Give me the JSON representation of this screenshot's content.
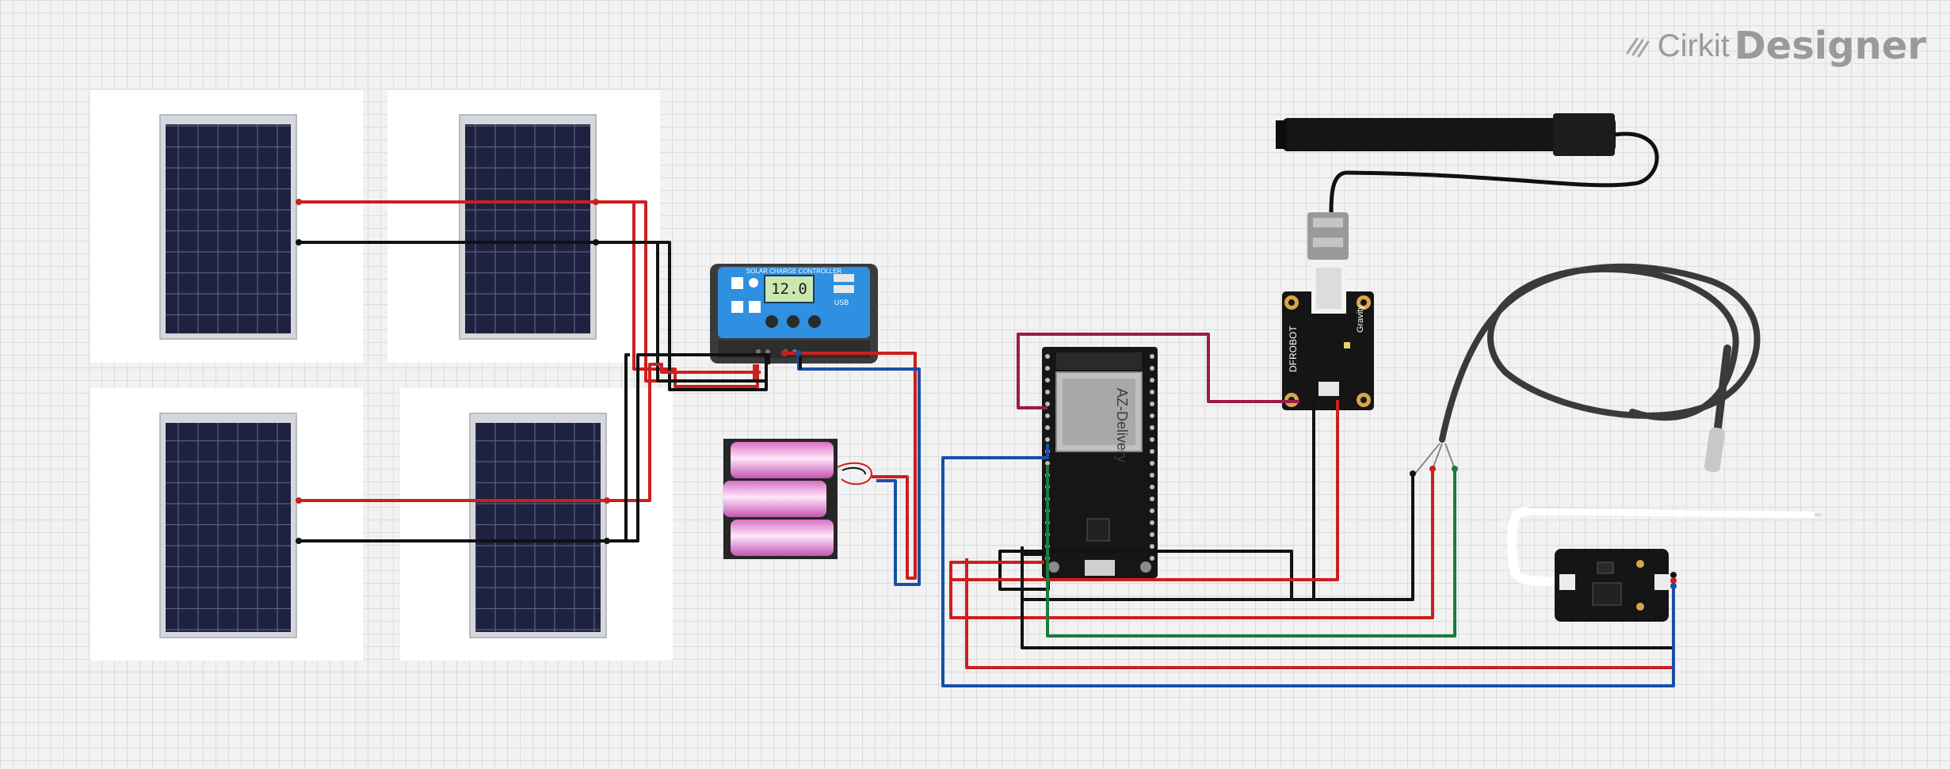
{
  "brand": {
    "name_part1": "Cirkit",
    "name_part2": "Designer",
    "logo_icon": "cirkit-logo-icon"
  },
  "components": {
    "charge_controller": {
      "label": "SOLAR CHARGE CONTROLLER",
      "display": "12.0",
      "usb_label": "USB",
      "body_color": "#2f8fe0"
    },
    "esp32": {
      "brand": "AZ-Delivery"
    },
    "ph_sensor_board": {
      "brand": "DFROBOT",
      "brand2": "Gravity"
    }
  },
  "wire_colors": {
    "red": "#cc1f1f",
    "black": "#111111",
    "blue": "#1a4fa8",
    "green": "#1e7a3d",
    "maroon": "#9a1c47"
  }
}
